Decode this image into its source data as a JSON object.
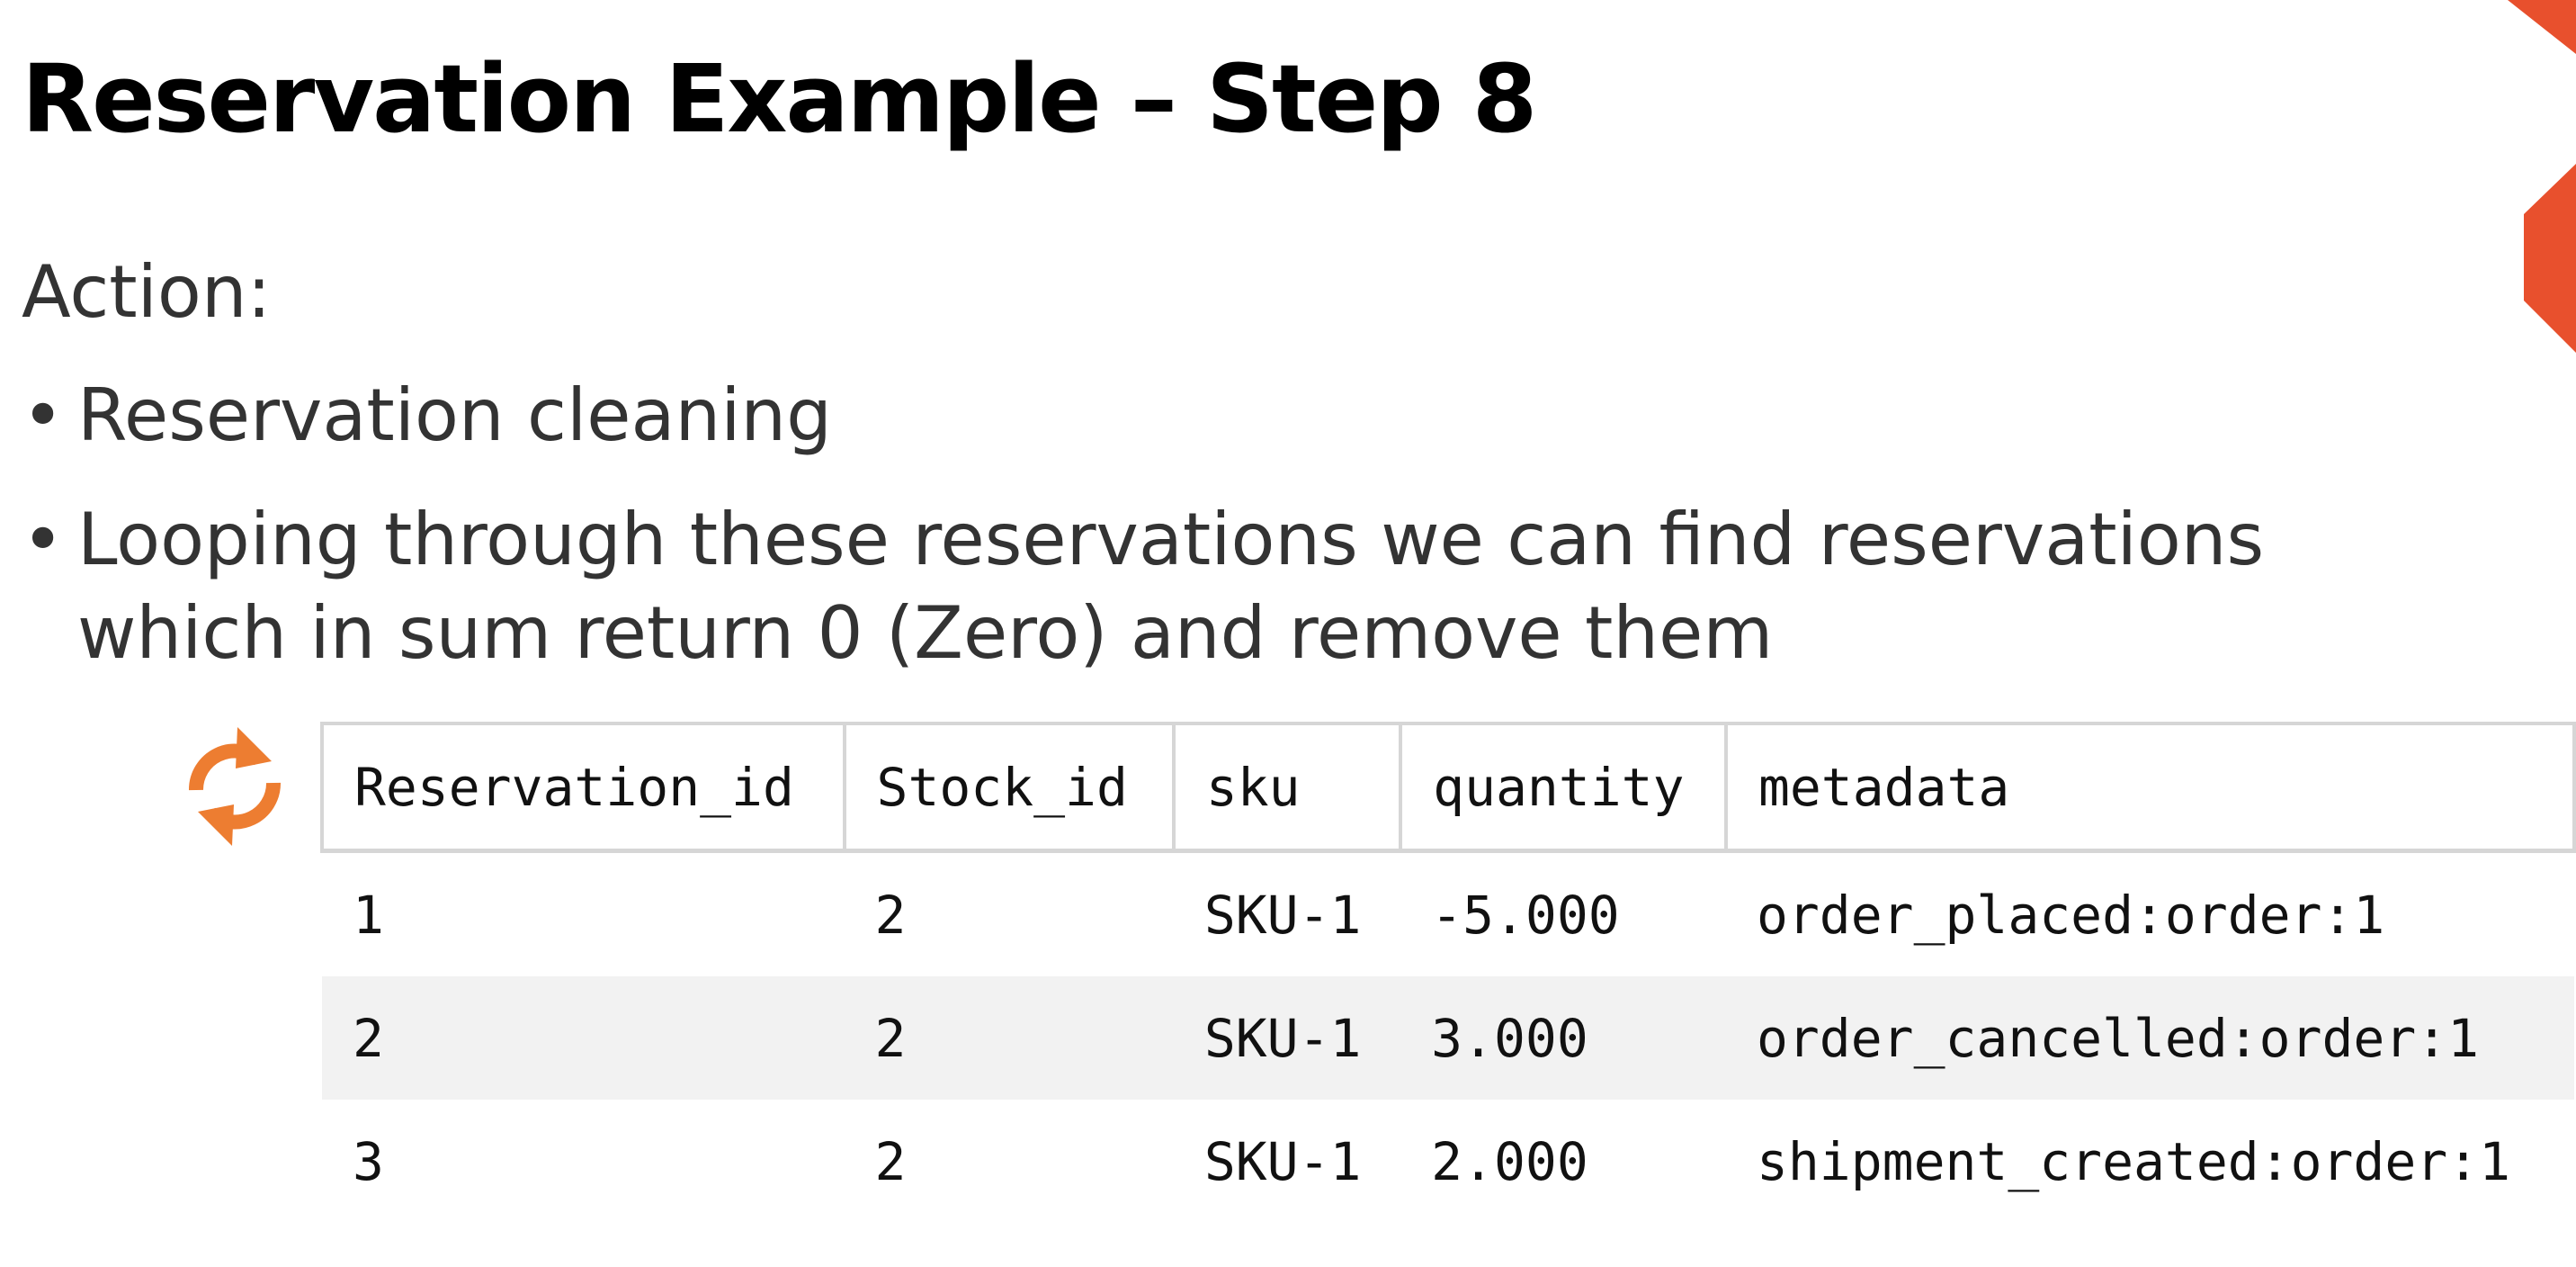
{
  "slide": {
    "title": "Reservation Example – Step 8",
    "action_label": "Action:",
    "bullets": [
      "Reservation cleaning",
      "Looping through these reservations we can find reservations which in sum return 0 (Zero) and remove them"
    ],
    "bullet_symbol": "•",
    "accent_color": "#e8502d",
    "icon_color": "#ed7d31",
    "icon": "refresh-icon"
  },
  "table": {
    "headers": [
      "Reservation_id",
      "Stock_id",
      "sku",
      "quantity",
      "metadata"
    ],
    "rows": [
      [
        "1",
        "2",
        "SKU-1",
        "-5.000",
        "order_placed:order:1"
      ],
      [
        "2",
        "2",
        "SKU-1",
        "3.000",
        "order_cancelled:order:1"
      ],
      [
        "3",
        "2",
        "SKU-1",
        "2.000",
        "shipment_created:order:1"
      ]
    ]
  }
}
